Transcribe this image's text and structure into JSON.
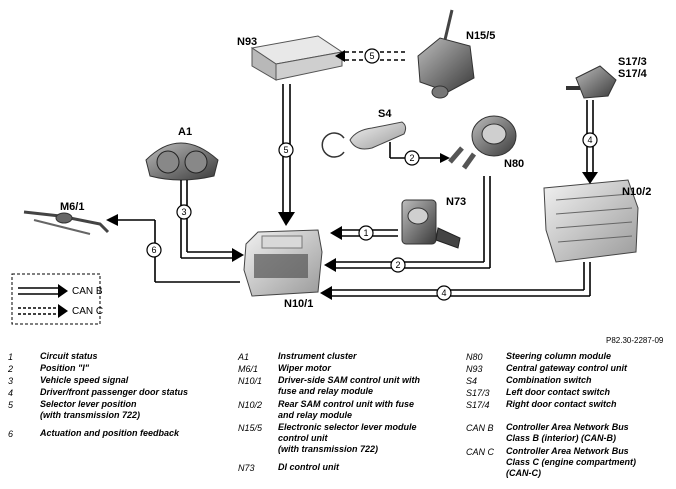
{
  "figure_ref": "P82.30-2287-09",
  "components": {
    "n93": "N93",
    "n15_5": "N15/5",
    "a1": "A1",
    "s4": "S4",
    "n80": "N80",
    "s17_3": "S17/3",
    "s17_4": "S17/4",
    "m6_1": "M6/1",
    "n73": "N73",
    "n10_2": "N10/2",
    "n10_1": "N10/1"
  },
  "bus_key": {
    "can_b": "CAN B",
    "can_c": "CAN C"
  },
  "signal_numbers": [
    "1",
    "2",
    "3",
    "4",
    "5",
    "6"
  ],
  "legend_signals": [
    {
      "num": "1",
      "text": "Circuit status"
    },
    {
      "num": "2",
      "text": "Position \"I\""
    },
    {
      "num": "3",
      "text": "Vehicle speed signal"
    },
    {
      "num": "4",
      "text": "Driver/front passenger door status"
    },
    {
      "num": "5",
      "text": "Selector lever position\n(with transmission 722)"
    },
    {
      "num": "6",
      "text": "Actuation and position feedback"
    }
  ],
  "legend_components_mid": [
    {
      "code": "A1",
      "text": "Instrument cluster"
    },
    {
      "code": "M6/1",
      "text": "Wiper motor"
    },
    {
      "code": "N10/1",
      "text": "Driver-side SAM control unit with\nfuse and relay module"
    },
    {
      "code": "N10/2",
      "text": "Rear SAM control unit with fuse\nand relay module"
    },
    {
      "code": "N15/5",
      "text": "Electronic selector lever module\ncontrol unit\n(with transmission 722)"
    },
    {
      "code": "N73",
      "text": "DI control unit"
    }
  ],
  "legend_components_right": [
    {
      "code": "N80",
      "text": "Steering column module"
    },
    {
      "code": "N93",
      "text": "Central gateway control unit"
    },
    {
      "code": "S4",
      "text": "Combination switch"
    },
    {
      "code": "S17/3",
      "text": "Left door contact switch"
    },
    {
      "code": "S17/4",
      "text": "Right door contact switch"
    },
    {
      "code": "CAN B",
      "text": "Controller Area Network Bus\nClass B (interior) (CAN-B)"
    },
    {
      "code": "CAN C",
      "text": "Controller Area Network Bus\nClass C (engine compartment)\n(CAN-C)"
    }
  ]
}
